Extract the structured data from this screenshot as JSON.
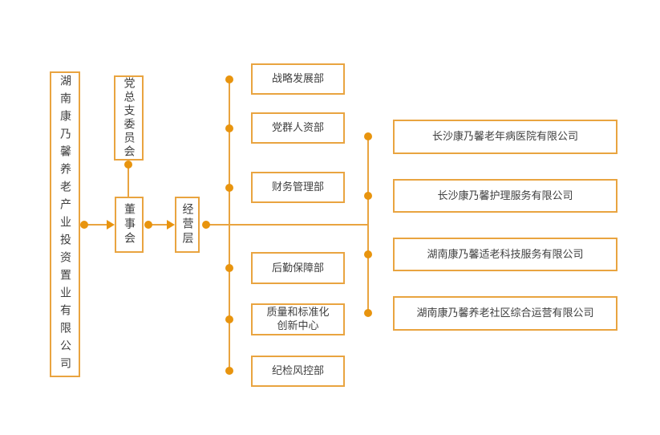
{
  "colors": {
    "accent_border_line": "#E9A440",
    "dot_arrow": "#E8940E",
    "text": "#3F3F3F",
    "background": "#FFFFFF"
  },
  "chart": {
    "type": "org-chart",
    "root": {
      "label": "湖南康乃馨养老产业投资置业有限公司"
    },
    "governance": {
      "party_committee": {
        "label": "党总支委员会"
      },
      "board": {
        "label": "董事会"
      },
      "management": {
        "label": "经营层"
      }
    },
    "departments": {
      "items": [
        {
          "label": "战略发展部"
        },
        {
          "label": "党群人资部"
        },
        {
          "label": "财务管理部"
        },
        {
          "label": "后勤保障部"
        },
        {
          "label": "质量和标准化\n创新中心"
        },
        {
          "label": "纪检风控部"
        }
      ]
    },
    "subsidiaries": {
      "items": [
        {
          "label": "长沙康乃馨老年病医院有限公司"
        },
        {
          "label": "长沙康乃馨护理服务有限公司"
        },
        {
          "label": "湖南康乃馨适老科技服务有限公司"
        },
        {
          "label": "湖南康乃馨养老社区综合运营有限公司"
        }
      ]
    }
  }
}
